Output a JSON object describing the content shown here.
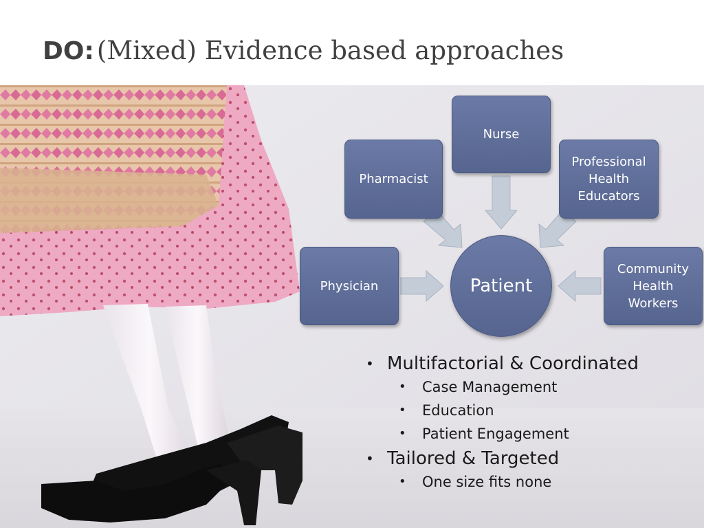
{
  "slide": {
    "title_bold": "DO:",
    "title_rest": "(Mixed) Evidence based approaches"
  },
  "diagram": {
    "center": "Patient",
    "nodes": [
      {
        "id": "nurse",
        "label": "Nurse"
      },
      {
        "id": "pharmacist",
        "label": "Pharmacist"
      },
      {
        "id": "educators",
        "label": "Professional\nHealth\nEducators"
      },
      {
        "id": "physician",
        "label": "Physician"
      },
      {
        "id": "community",
        "label": "Community\nHealth\nWorkers"
      }
    ]
  },
  "bullets": [
    {
      "text": "Multifactorial & Coordinated",
      "level": 1
    },
    {
      "text": "Case Management",
      "level": 2
    },
    {
      "text": "Education",
      "level": 2
    },
    {
      "text": "Patient Engagement",
      "level": 2
    },
    {
      "text": "Tailored & Targeted",
      "level": 1
    },
    {
      "text": "One size fits none",
      "level": 2
    }
  ],
  "colors": {
    "node_fill": "#5f6e99",
    "arrow_fill": "#c4ccd8",
    "title_text": "#404040"
  }
}
